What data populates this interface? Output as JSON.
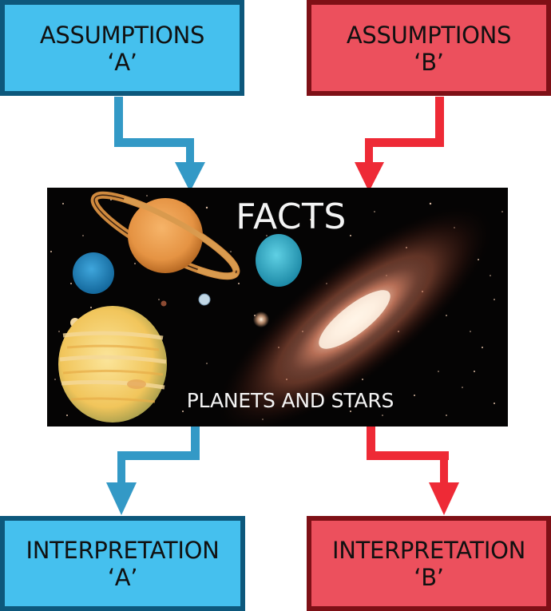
{
  "diagram": {
    "assumptions_a": {
      "line1": "ASSUMPTIONS",
      "line2": "‘A’"
    },
    "assumptions_b": {
      "line1": "ASSUMPTIONS",
      "line2": "‘B’"
    },
    "facts": {
      "title": "FACTS",
      "subtitle": "PLANETS AND STARS"
    },
    "interpretation_a": {
      "line1": "INTERPRETATION",
      "line2": "‘A’"
    },
    "interpretation_b": {
      "line1": "INTERPRETATION",
      "line2": "‘B’"
    }
  },
  "colors": {
    "blue_fill": "#45c0ee",
    "blue_border": "#0d587c",
    "blue_arrow": "#3399c6",
    "red_fill": "#ec505d",
    "red_border": "#7e1016",
    "red_arrow": "#ee2a36",
    "facts_background": "#050404",
    "facts_text": "#f4f4f4"
  },
  "flow": [
    {
      "from": "assumptions_a",
      "to": "facts"
    },
    {
      "from": "assumptions_b",
      "to": "facts"
    },
    {
      "from": "facts",
      "to": "interpretation_a"
    },
    {
      "from": "facts",
      "to": "interpretation_b"
    }
  ]
}
